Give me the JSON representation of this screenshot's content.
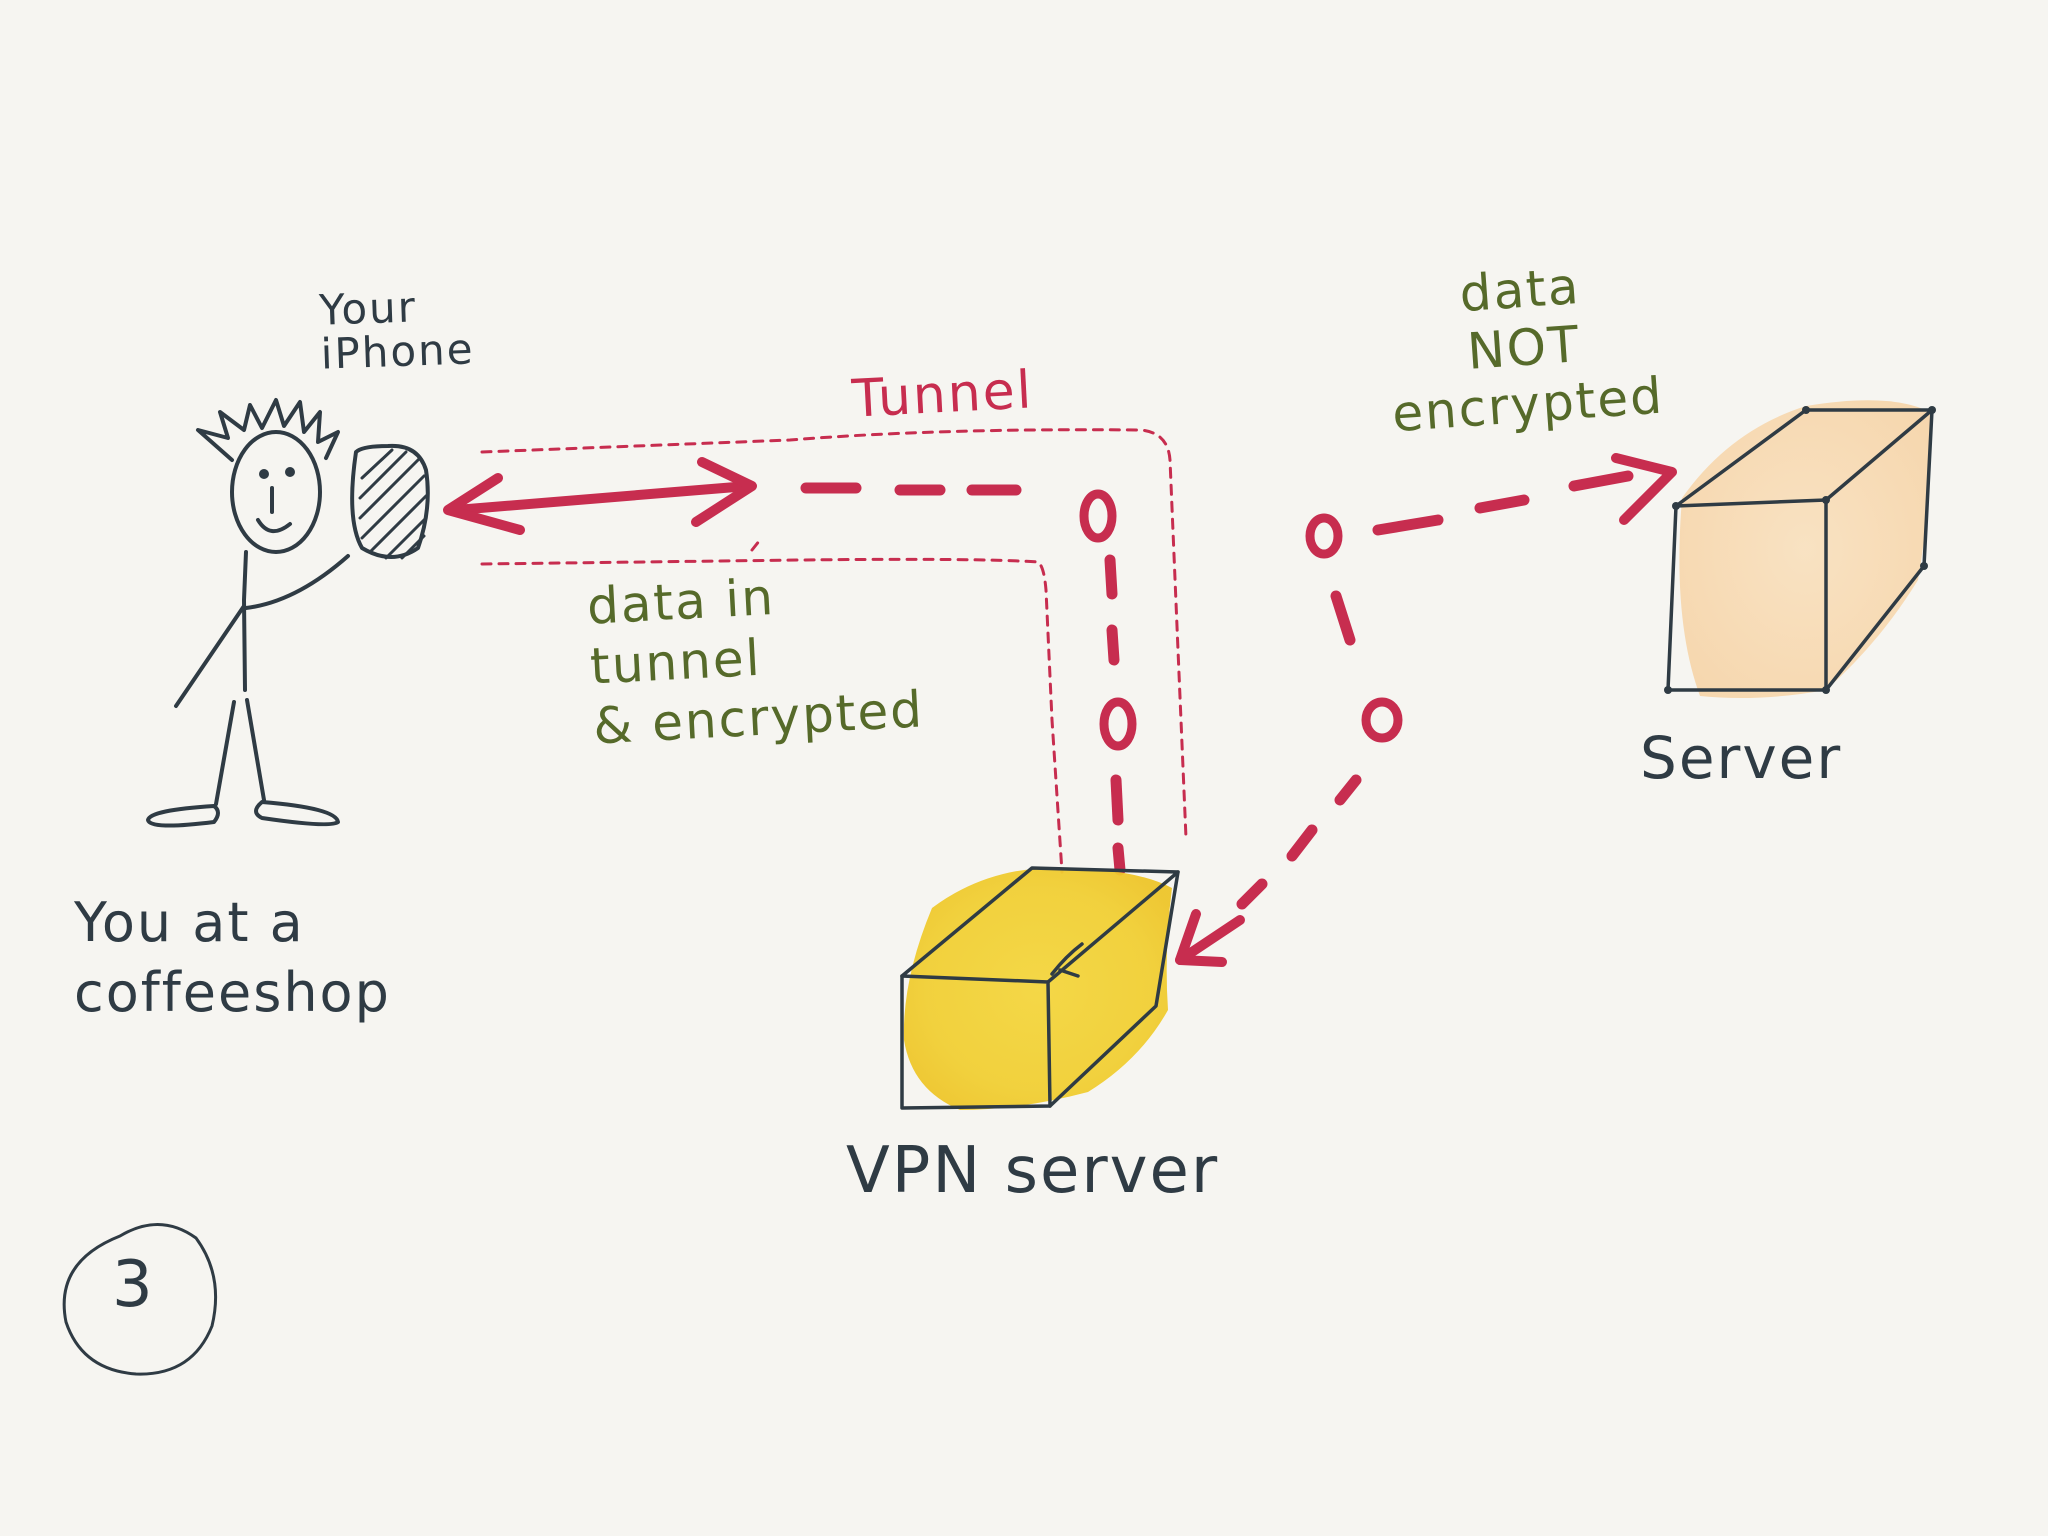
{
  "colors": {
    "ink": "#2f3b44",
    "tunnel_red": "#c72d4f",
    "annotation_green": "#566a2a",
    "vpn_server_fill": "#f2d43c",
    "server_fill": "#f8dcb4",
    "background": "#f6f5f1"
  },
  "labels": {
    "your_iphone": "Your\niPhone",
    "tunnel": "Tunnel",
    "data_in_tunnel": "data in\ntunnel\n& encrypted",
    "data_not_encrypted": "data\nNOT\nencrypted",
    "server": "Server",
    "vpn_server": "VPN server",
    "you_at_coffeeshop": "You at a\ncoffeeshop",
    "step_number": "3"
  },
  "icons": [
    "stick-person-icon",
    "iphone-icon",
    "vpn-server-box-icon",
    "server-box-icon"
  ]
}
